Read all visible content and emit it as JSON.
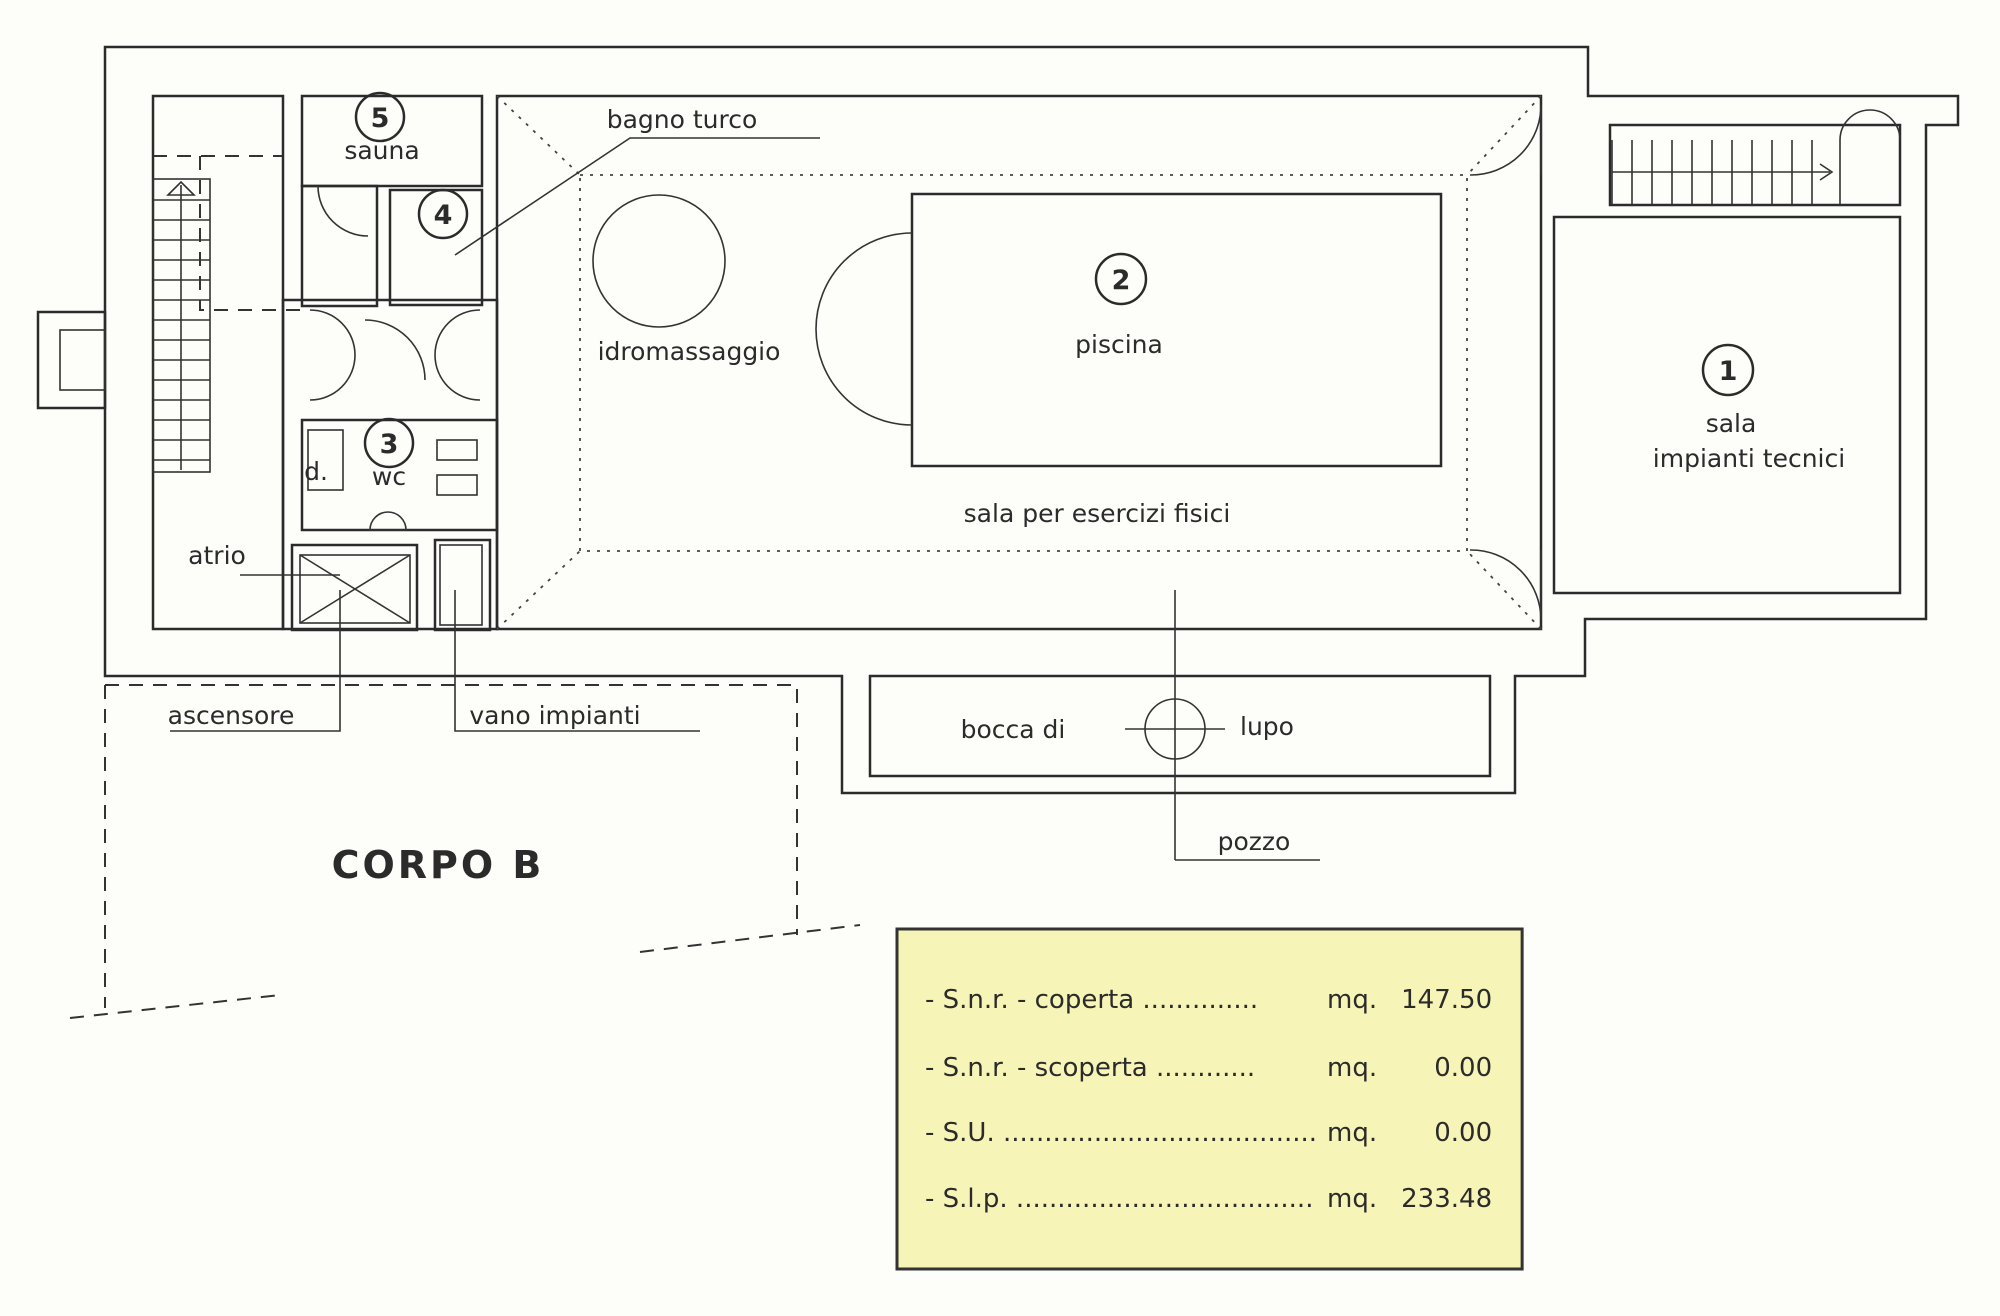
{
  "rooms": {
    "r1": {
      "number": "1",
      "label_line1": "sala",
      "label_line2": "impianti tecnici"
    },
    "r2": {
      "number": "2",
      "label": "piscina"
    },
    "r3": {
      "number": "3",
      "label": "wc",
      "closet": "d."
    },
    "r4": {
      "number": "4",
      "label": "bagno turco"
    },
    "r5": {
      "number": "5",
      "label": "sauna"
    },
    "hydro": "idromassaggio",
    "gym": "sala per esercizi fisici",
    "atrium": "atrio",
    "lift": "ascensore",
    "shaft": "vano impianti",
    "lightwell_a": "bocca di",
    "lightwell_b": "lupo",
    "well": "pozzo"
  },
  "building": "CORPO B",
  "areas": [
    {
      "label": "- S.n.r. - coperta ..............",
      "unit": "mq.",
      "value": "147.50"
    },
    {
      "label": "- S.n.r. - scoperta ............",
      "unit": "mq.",
      "value": "0.00"
    },
    {
      "label": "- S.U. ......................................",
      "unit": "mq.",
      "value": "0.00"
    },
    {
      "label": "- S.l.p. ....................................",
      "unit": "mq.",
      "value": "233.48"
    }
  ],
  "colors": {
    "room": "#fbf8d6",
    "wall": "#f3efd2",
    "table": "#f6f4b6",
    "water": "#e2e9ef"
  }
}
